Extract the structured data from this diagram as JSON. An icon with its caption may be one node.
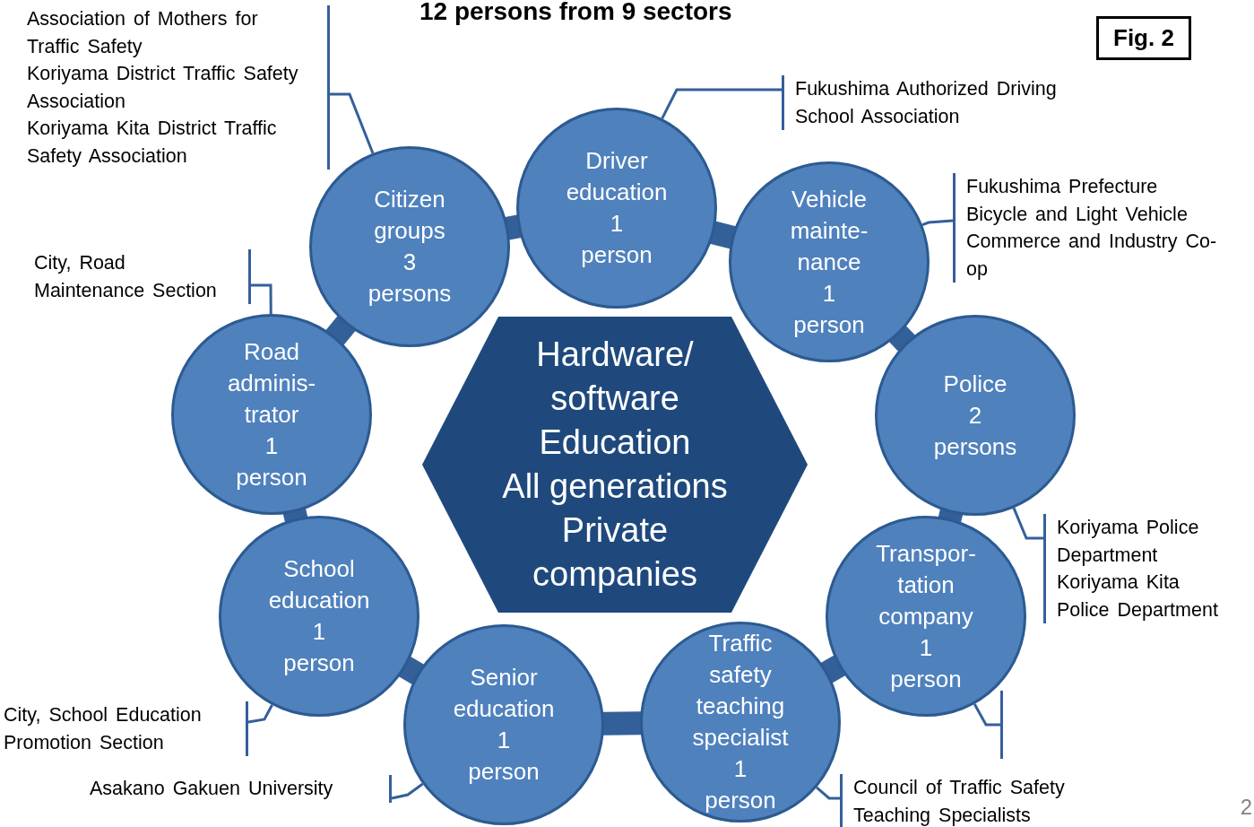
{
  "diagram": {
    "title": "12 persons from 9 sectors",
    "nodes": [
      {
        "text": [
          "Hardware/ software",
          "Education",
          "All generations",
          "Private companies"
        ]
      },
      {
        "text": [
          "Citizen groups",
          "3 persons"
        ]
      },
      {
        "text": [
          "Driver education",
          "1 person"
        ]
      },
      {
        "text": [
          "Vehicle mainte- nance",
          "1 person"
        ]
      },
      {
        "text": [
          "Police",
          "2 persons"
        ]
      },
      {
        "text": [
          "Transpor- tation company",
          "1 person"
        ]
      },
      {
        "text": [
          "Traffic safety teaching specialist",
          "1 person"
        ]
      },
      {
        "text": [
          "Senior education",
          "1 person"
        ]
      },
      {
        "text": [
          "School education",
          "1 person"
        ]
      },
      {
        "text": [
          "Road adminis- trator",
          "1 person"
        ]
      },
      {
        "text": [
          "Association of Mothers for Traffic Safety",
          "Koriyama District Traffic Safety Association",
          "Koriyama Kita District Traffic Safety Association"
        ]
      },
      {
        "text": [
          "Fukushima Authorized Driving School Association"
        ]
      },
      {
        "text": [
          "Fukushima Prefecture Bicycle and Light Vehicle Commerce and Industry Co-op"
        ]
      },
      {
        "text": [
          "Koriyama Police Department",
          "Koriyama Kita Police Department"
        ]
      },
      {
        "text": [],
        "shape": "bracket"
      },
      {
        "text": [
          "Council of Traffic Safety Teaching Specialists"
        ]
      },
      {
        "text": [
          "Asakano Gakuen University"
        ]
      },
      {
        "text": [
          "City, School Education Promotion Section"
        ]
      },
      {
        "text": [
          "City, Road Maintenance Section"
        ]
      },
      {
        "text": [
          "Fig. 2"
        ]
      }
    ],
    "edges": [
      {
        "from": 1,
        "to": 2,
        "arrow": "none",
        "style": "thick"
      },
      {
        "from": 2,
        "to": 3,
        "arrow": "none",
        "style": "thick"
      },
      {
        "from": 3,
        "to": 4,
        "arrow": "none",
        "style": "thick"
      },
      {
        "from": 4,
        "to": 5,
        "arrow": "none",
        "style": "thick"
      },
      {
        "from": 5,
        "to": 6,
        "arrow": "none",
        "style": "thick"
      },
      {
        "from": 6,
        "to": 7,
        "arrow": "none",
        "style": "thick"
      },
      {
        "from": 7,
        "to": 8,
        "arrow": "none",
        "style": "thick"
      },
      {
        "from": 8,
        "to": 9,
        "arrow": "none",
        "style": "thick"
      },
      {
        "from": 9,
        "to": 1,
        "arrow": "none",
        "style": "thick"
      },
      {
        "from": 10,
        "to": 1,
        "arrow": "none"
      },
      {
        "from": 11,
        "to": 2,
        "arrow": "none"
      },
      {
        "from": 12,
        "to": 3,
        "arrow": "none"
      },
      {
        "from": 13,
        "to": 4,
        "arrow": "none"
      },
      {
        "from": 14,
        "to": 5,
        "arrow": "none"
      },
      {
        "from": 15,
        "to": 6,
        "arrow": "none"
      },
      {
        "from": 16,
        "to": 7,
        "arrow": "none"
      },
      {
        "from": 17,
        "to": 8,
        "arrow": "none"
      },
      {
        "from": 18,
        "to": 9,
        "arrow": "none"
      }
    ],
    "labels": [
      "2"
    ]
  }
}
